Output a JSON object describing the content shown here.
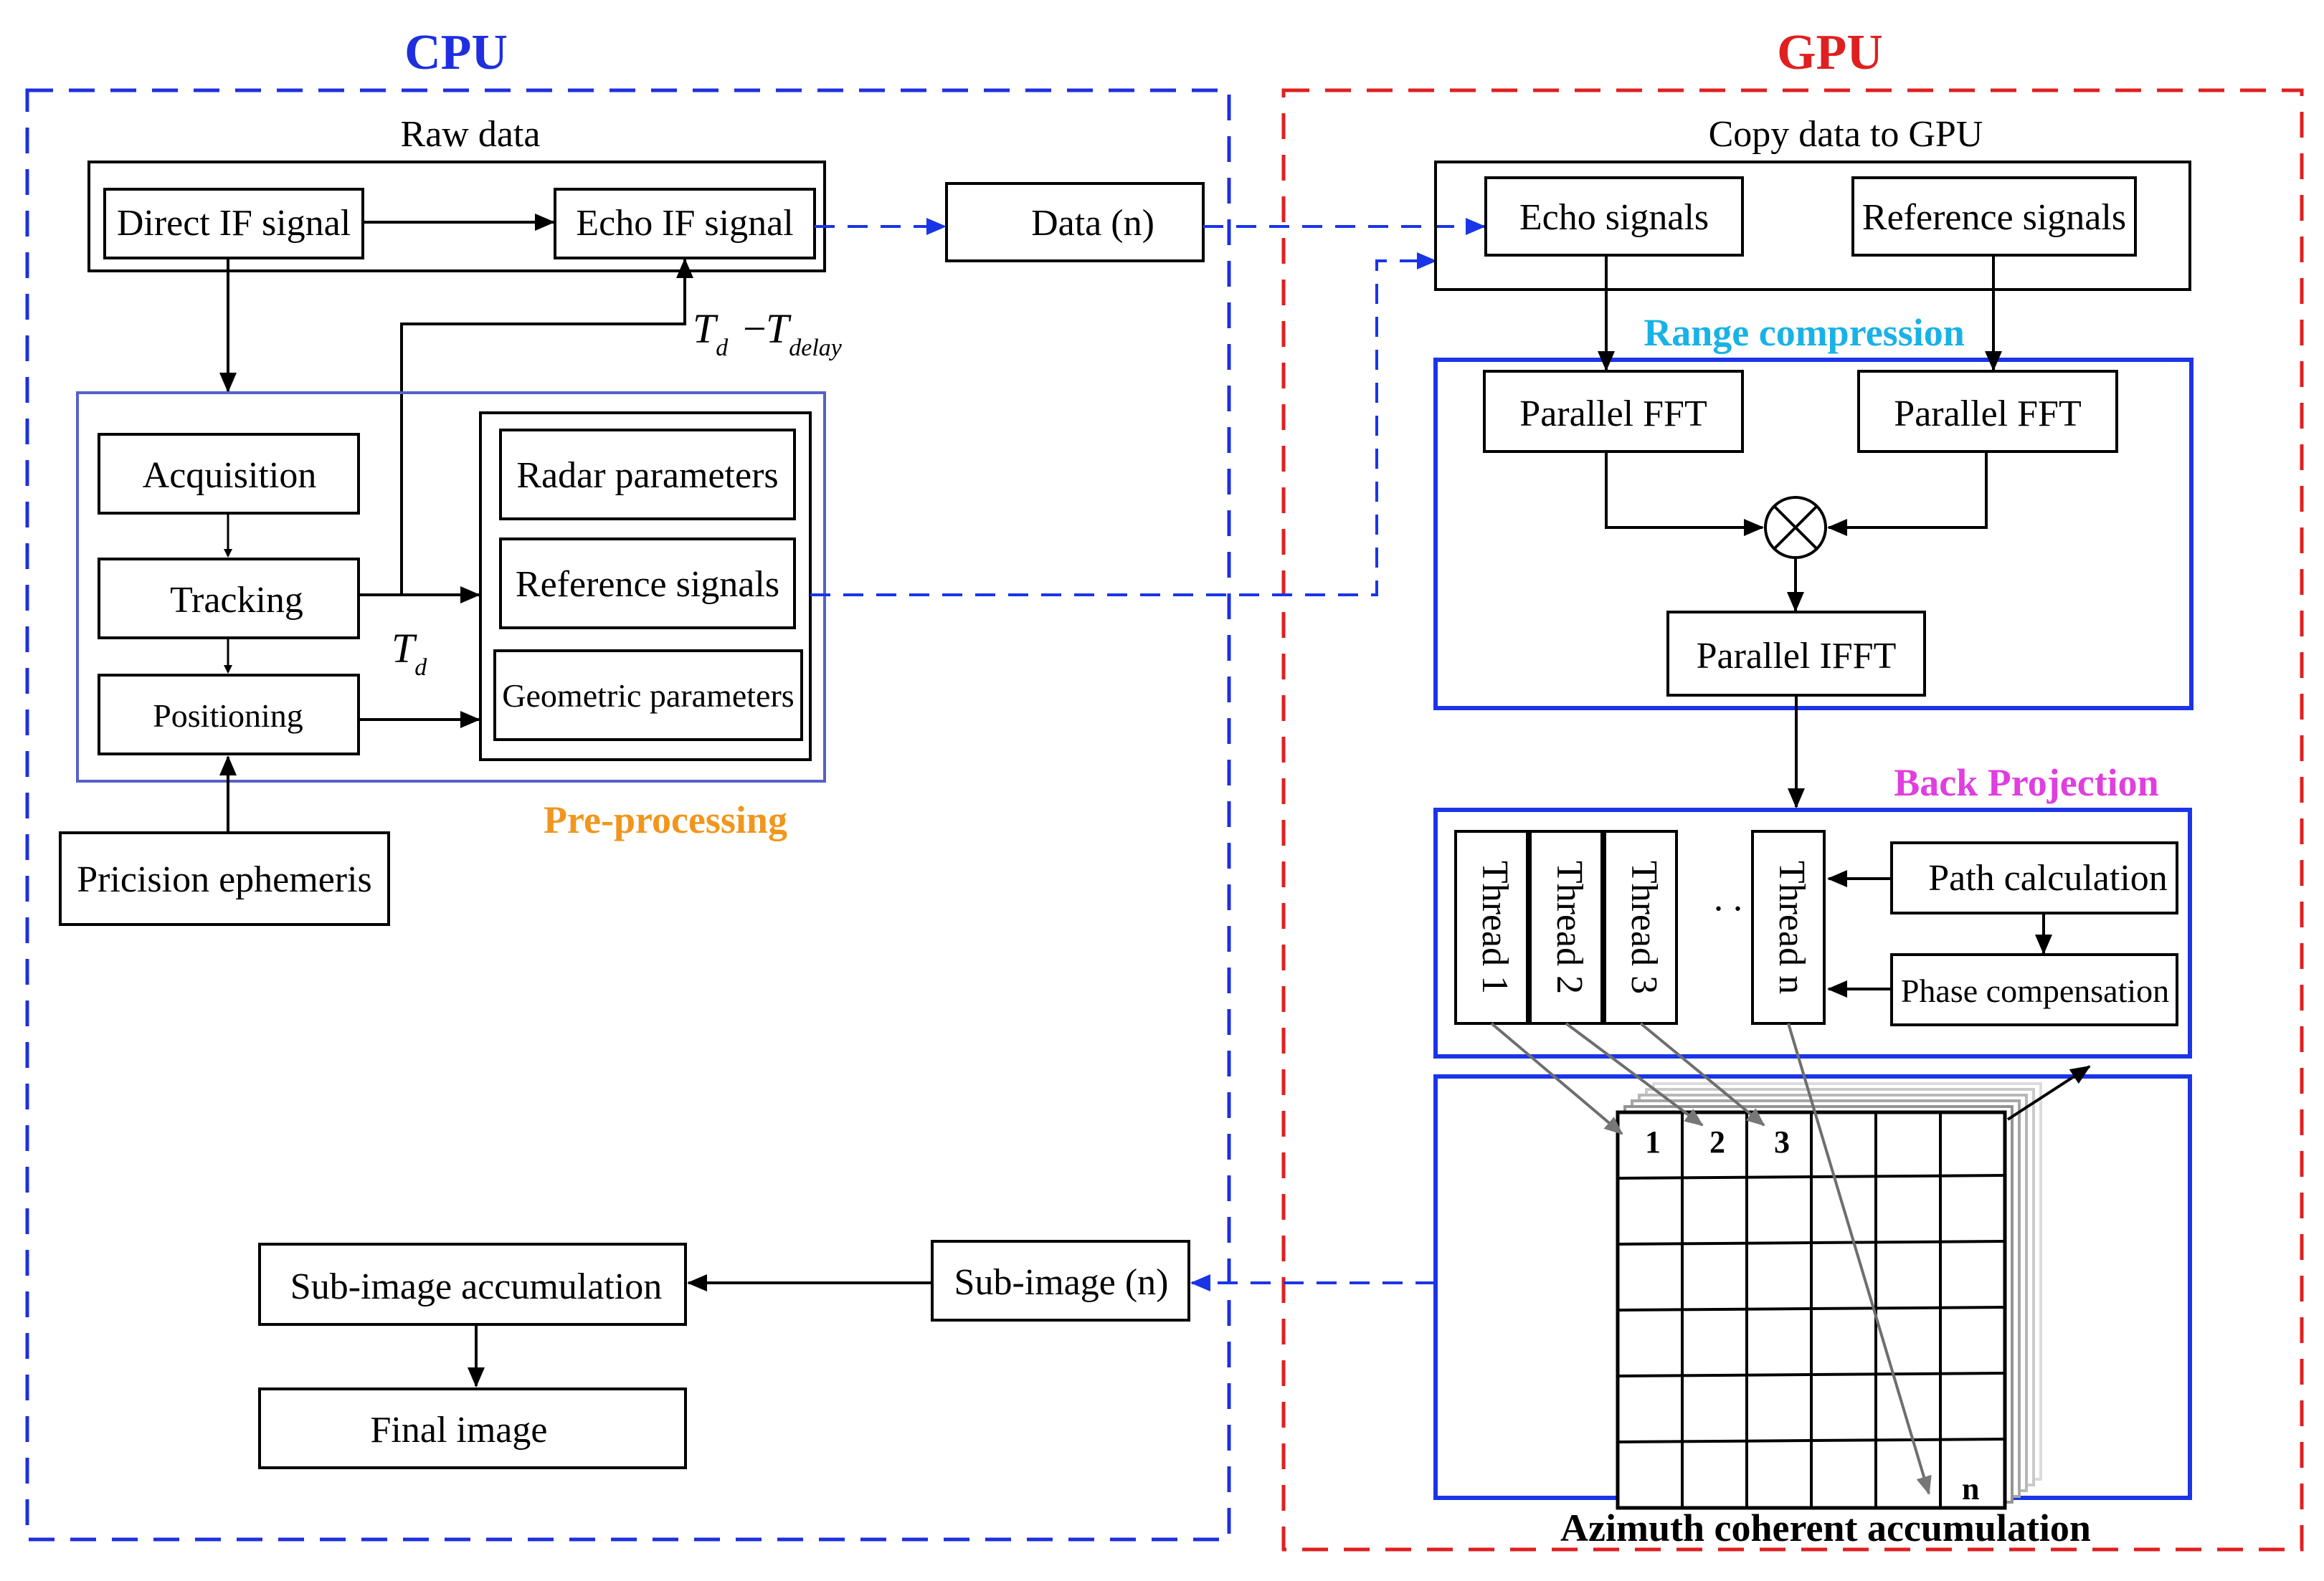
{
  "headers": {
    "cpu": "CPU",
    "gpu": "GPU"
  },
  "colors": {
    "cpu": "#1f2fe0",
    "gpu": "#e02020",
    "range": "#19b2e6",
    "back": "#e03ee0",
    "pre": "#f0961e",
    "box_blue": "#1a35e8",
    "pre_border": "#5560c8",
    "dash": "#1a35e8"
  },
  "cpu": {
    "raw_data": "Raw data",
    "direct_if": "Direct IF signal",
    "echo_if": "Echo IF signal",
    "data_n": "Data (n)",
    "acquisition": "Acquisition",
    "tracking": "Tracking",
    "positioning": "Positioning",
    "radar_params": "Radar parameters",
    "ref_signals": "Reference signals",
    "geo_params": "Geometric parameters",
    "preprocessing": "Pre-processing",
    "ephemeris": "Pricision ephemeris",
    "sub_image_acc": "Sub-image accumulation",
    "final_image": "Final image",
    "sub_image_n": "Sub-image (n)"
  },
  "formula": {
    "td_base": "T",
    "td_sub": "d",
    "minus": "−",
    "tdelay_base": "T",
    "tdelay_sub": "delay"
  },
  "gpu": {
    "copy_data": "Copy data to GPU",
    "echo_signals": "Echo signals",
    "reference_signals": "Reference signals",
    "range_compression": "Range compression",
    "fft_left": "Parallel FFT",
    "fft_right": "Parallel FFT",
    "ifft": "Parallel IFFT",
    "back_projection": "Back Projection",
    "threads": [
      "Thread 1",
      "Thread 2",
      "Thread 3",
      "Thread n"
    ],
    "ellipsis": ". .",
    "path_calc": "Path calculation",
    "phase_comp": "Phase compensation",
    "grid_labels": [
      "1",
      "2",
      "3",
      "n"
    ],
    "azimuth": "Azimuth coherent accumulation"
  }
}
